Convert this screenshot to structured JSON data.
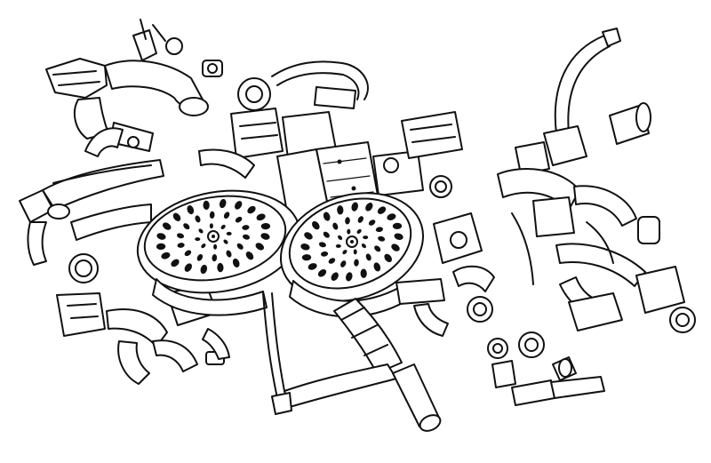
{
  "image": {
    "background": "#ffffff",
    "ink": "#111111"
  },
  "shower_heads": [
    {
      "holes_per_ring": [
        8,
        14,
        20
      ]
    },
    {
      "holes_per_ring": [
        8,
        14,
        20
      ]
    }
  ]
}
